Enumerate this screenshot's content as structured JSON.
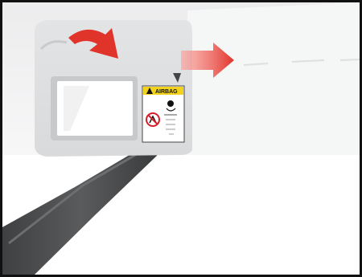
{
  "illustration": {
    "subject": "sun-visor",
    "warning_label": {
      "text": "AIRBAG",
      "symbols": [
        "warning-triangle-icon",
        "no-child-seat-icon",
        "airbag-deploy-icon"
      ]
    },
    "arrows": [
      {
        "name": "fold-down-arrow",
        "color": "#e0342b"
      },
      {
        "name": "swing-aside-arrow",
        "color": "#e0342b"
      }
    ],
    "colors": {
      "visor": "#e6e7e8",
      "headliner": "#f1f2f3",
      "pillar": "#4e4f50",
      "mirror": "#ffffff",
      "arrow": "#e0342b",
      "label_yellow": "#f3d21c"
    }
  }
}
